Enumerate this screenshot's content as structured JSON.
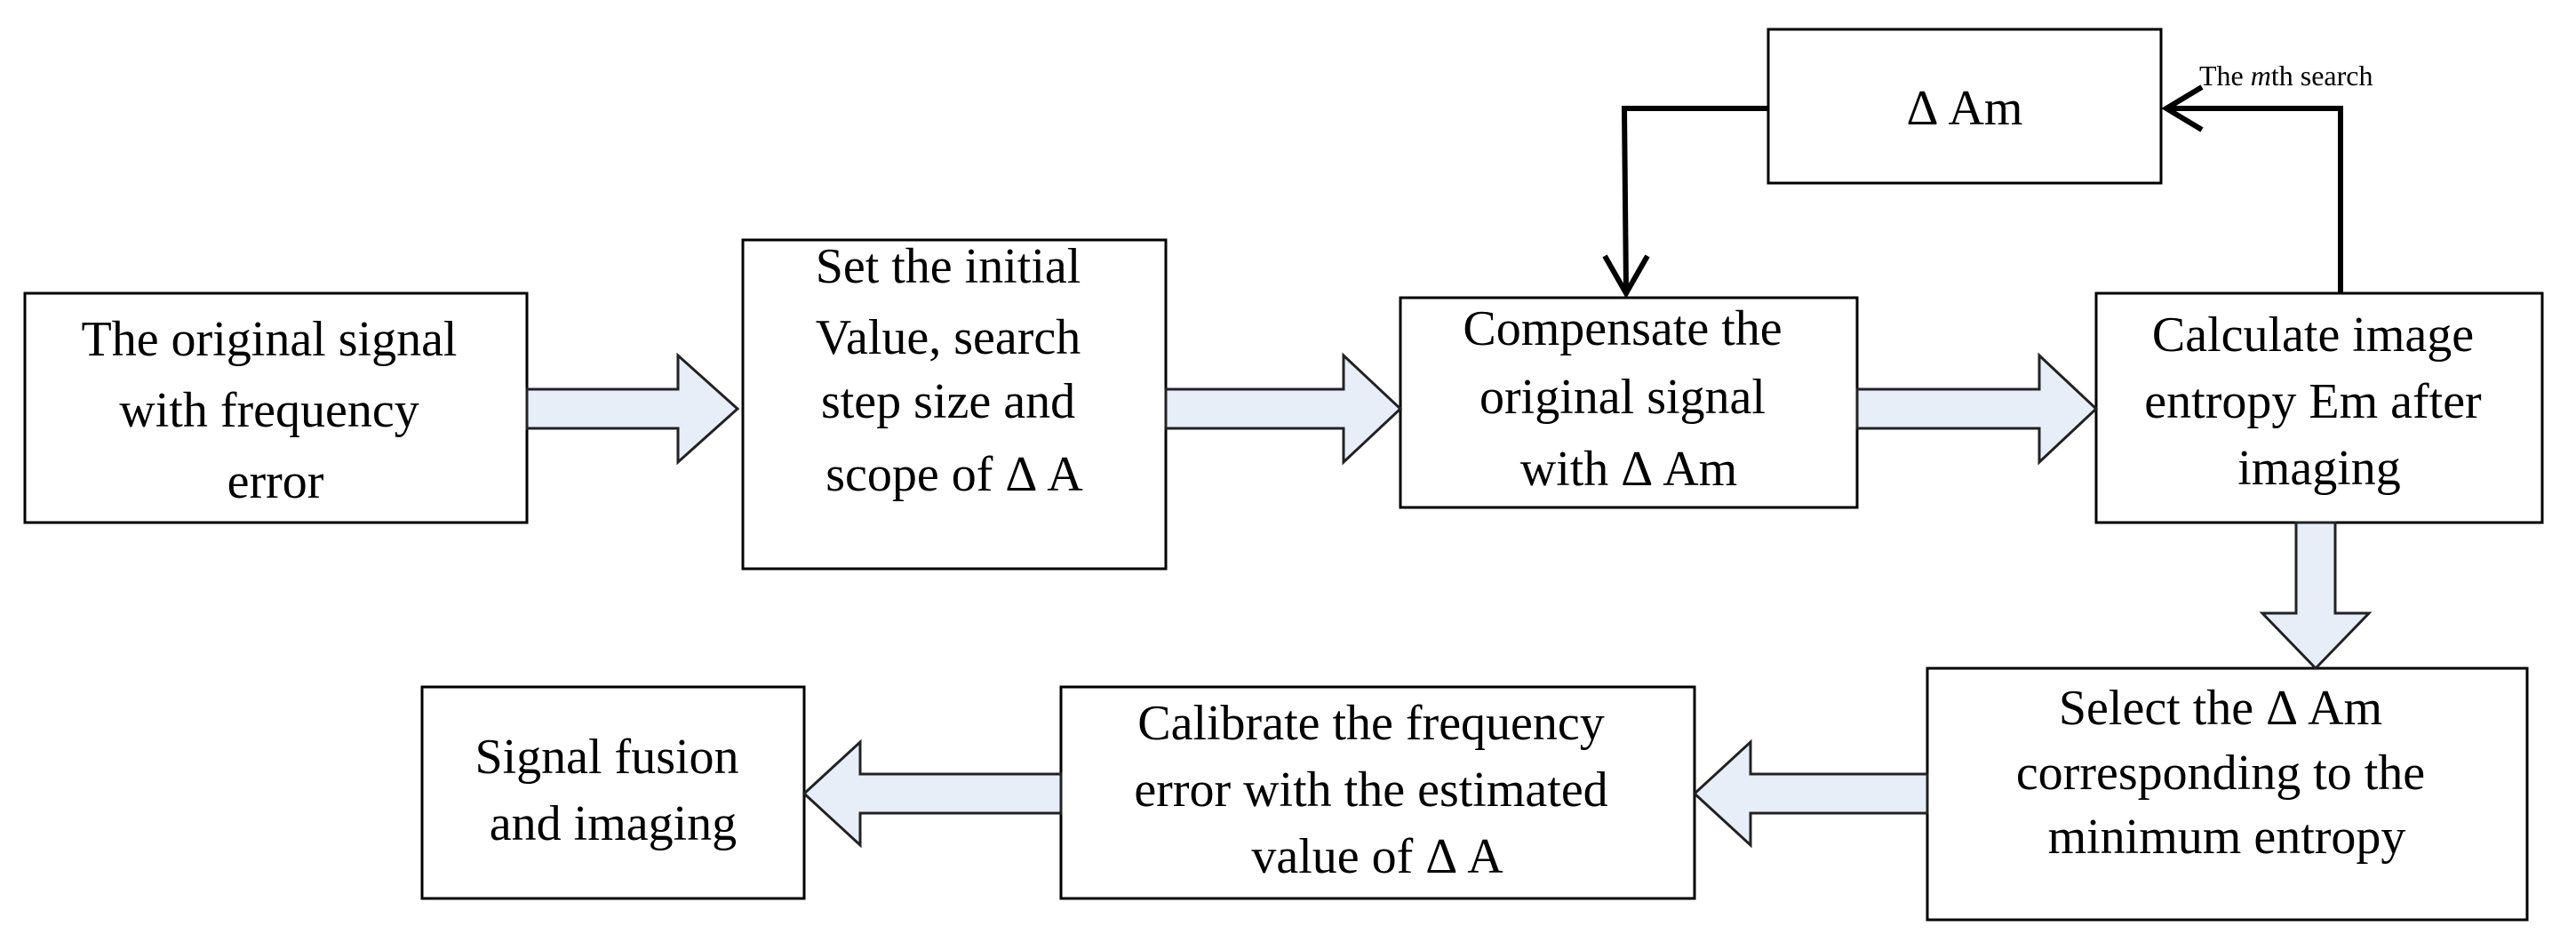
{
  "diagram": {
    "colors": {
      "box_stroke": "#000000",
      "box_fill": "#ffffff",
      "block_arrow_fill": "#e8eef8",
      "block_arrow_stroke": "#222222",
      "loop_line": "#000000",
      "text": "#000000"
    },
    "loop_label": {
      "prefix": "The ",
      "italic": "m",
      "suffix": "th search"
    },
    "nodes": {
      "original_signal": {
        "lines": [
          "The original signal",
          "with frequency",
          "error"
        ]
      },
      "set_initial": {
        "lines": [
          "Set the initial",
          "Value, search",
          "step size and",
          "scope of  Δ A"
        ]
      },
      "compensate": {
        "lines": [
          "Compensate the",
          "original signal",
          "with  Δ Am"
        ]
      },
      "calculate_entropy": {
        "lines": [
          "Calculate image",
          "entropy Em after",
          "imaging"
        ]
      },
      "delta_am": {
        "lines": [
          "Δ Am"
        ]
      },
      "select_delta": {
        "lines": [
          "Select the  Δ Am",
          "corresponding to the",
          "minimum entropy"
        ]
      },
      "calibrate": {
        "lines": [
          "Calibrate the frequency",
          "error with the estimated",
          "value of Δ A"
        ]
      },
      "signal_fusion": {
        "lines": [
          "Signal fusion",
          "and imaging"
        ]
      }
    }
  }
}
